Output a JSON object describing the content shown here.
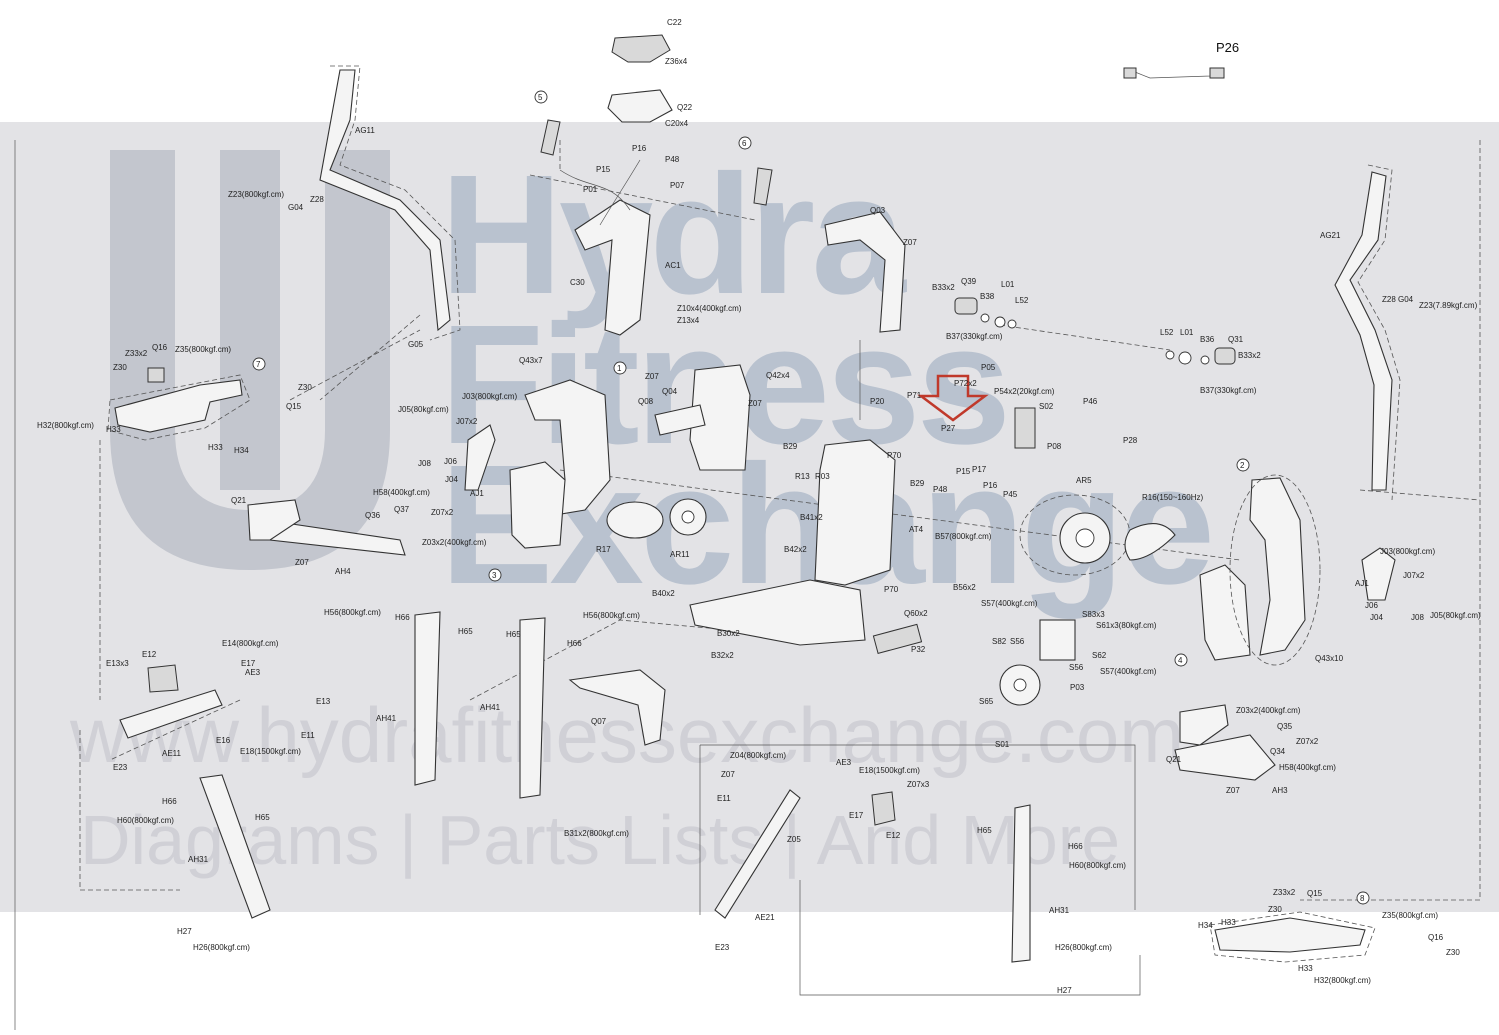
{
  "watermark": {
    "brand_line1": "Hydra",
    "brand_line2": "Fitness",
    "brand_line3": "Exchange",
    "url": "www.hydrafitnessexchange.com",
    "tagline": "Diagrams | Parts Lists | And More"
  },
  "callouts": [
    "1",
    "2",
    "3",
    "4",
    "5",
    "6",
    "7",
    "8"
  ],
  "parts": [
    "C22",
    "Z36x4",
    "Q22",
    "C20x4",
    "P26",
    "AG11",
    "Z23(800kgf.cm)",
    "G04",
    "Z28",
    "P16",
    "P48",
    "P15",
    "P01",
    "P07",
    "AC1",
    "Q03",
    "Z07",
    "C30",
    "Z10x4(400kgf.cm)",
    "Z13x4",
    "G05",
    "AG21",
    "Z28",
    "G04",
    "Z23(7.89kgf.cm)",
    "B33x2",
    "Q39",
    "L01",
    "B38",
    "L52",
    "B37(330kgf.cm)",
    "L52",
    "L01",
    "B36",
    "Q31",
    "B33x2",
    "B37(330kgf.cm)",
    "Z33x2",
    "Q16",
    "Z35(800kgf.cm)",
    "Z30",
    "Z30",
    "Q15",
    "H32(800kgf.cm)",
    "H33",
    "H33",
    "H34",
    "Q43x7",
    "J05(80kgf.cm)",
    "J03(800kgf.cm)",
    "J07x2",
    "J08",
    "J06",
    "J04",
    "AJ1",
    "Z07",
    "Q04",
    "Q42x4",
    "Q08",
    "Z07",
    "P20",
    "P71",
    "P72x2",
    "P05",
    "P54x2(20kgf.cm)",
    "P27",
    "S02",
    "P46",
    "P08",
    "P28",
    "B29",
    "R13",
    "R03",
    "P70",
    "B29",
    "P15",
    "P17",
    "P48",
    "P16",
    "P45",
    "AR5",
    "R16(150~160Hz)",
    "Q21",
    "H58(400kgf.cm)",
    "Q36",
    "Q37",
    "Z07x2",
    "Z03x2(400kgf.cm)",
    "Z07",
    "AH4",
    "R17",
    "AR11",
    "B41x2",
    "B42x2",
    "AT4",
    "B57(800kgf.cm)",
    "P70",
    "B56x2",
    "J03(800kgf.cm)",
    "AJ1",
    "J07x2",
    "J06",
    "J04",
    "J08",
    "J05(80kgf.cm)",
    "Q43x10",
    "H56(800kgf.cm)",
    "H66",
    "H65",
    "H65",
    "H56(800kgf.cm)",
    "H66",
    "B40x2",
    "B30x2",
    "B32x2",
    "Q60x2",
    "P32",
    "S57(400kgf.cm)",
    "S83x3",
    "S82",
    "S56",
    "S61x3(80kgf.cm)",
    "S56",
    "S62",
    "S57(400kgf.cm)",
    "E14(800kgf.cm)",
    "E13x3",
    "E12",
    "E17",
    "E13",
    "AE3",
    "E11",
    "E16",
    "E18(1500kgf.cm)",
    "AE11",
    "E23",
    "AH41",
    "AH41",
    "Q07",
    "S65",
    "S01",
    "P03",
    "Z03x2(400kgf.cm)",
    "Q35",
    "Z07x2",
    "Q34",
    "Q21",
    "H58(400kgf.cm)",
    "Z07",
    "AH3",
    "H60(800kgf.cm)",
    "H66",
    "H65",
    "AH31",
    "H27",
    "H26(800kgf.cm)",
    "B31x2(800kgf.cm)",
    "Z04(800kgf.cm)",
    "Z07",
    "E11",
    "AE3",
    "E18(1500kgf.cm)",
    "Z07x3",
    "E17",
    "E12",
    "Z05",
    "AE21",
    "E23",
    "H65",
    "H66",
    "H60(800kgf.cm)",
    "AH31",
    "H26(800kgf.cm)",
    "H27",
    "Z33x2",
    "Q15",
    "Z30",
    "H34",
    "H33",
    "Z35(800kgf.cm)",
    "Q16",
    "Z30",
    "H33",
    "H32(800kgf.cm)"
  ],
  "colors": {
    "band": "#e3e3e6",
    "watermark_text": "#b9c2cf",
    "highlight_arrow": "#c0392b"
  }
}
